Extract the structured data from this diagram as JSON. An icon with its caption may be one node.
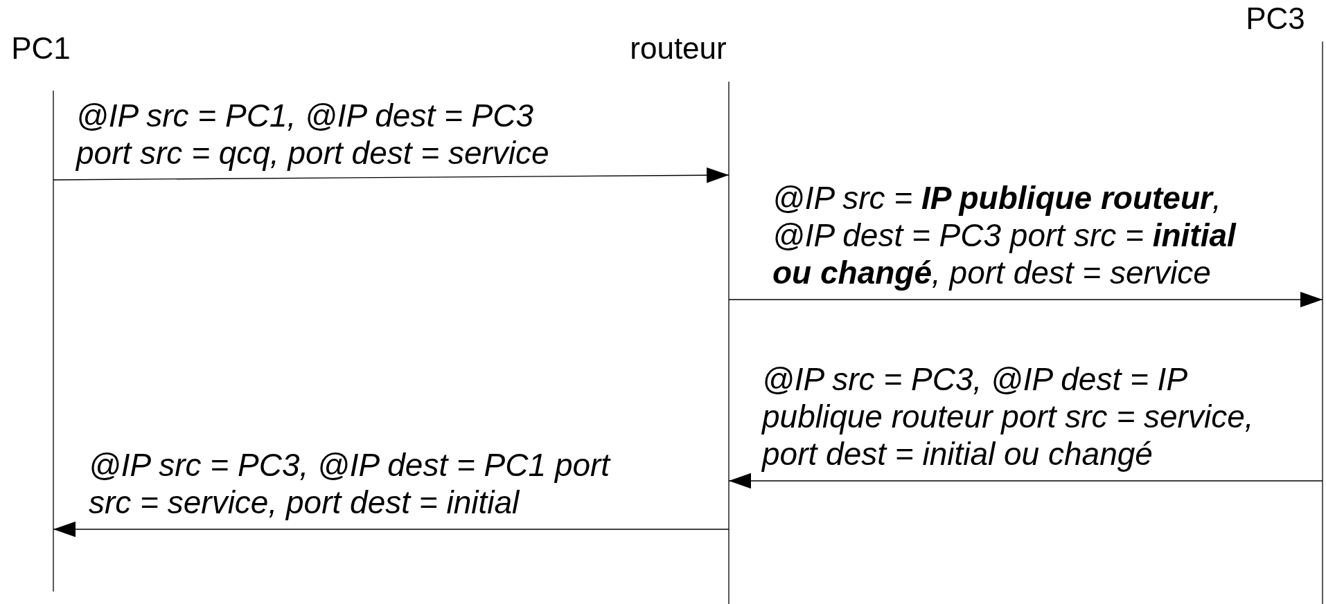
{
  "diagram": {
    "nodes": [
      {
        "text": [
          "PC1"
        ]
      },
      {
        "text": [
          "routeur"
        ]
      },
      {
        "text": [
          "PC3"
        ]
      }
    ],
    "edges": [
      {
        "from": 0,
        "to": 1,
        "arrow": "to",
        "label": "@IP src = PC1, @IP dest = PC3 port src = qcq, port dest = service"
      },
      {
        "from": 1,
        "to": 2,
        "arrow": "to",
        "label": "@IP src = **IP publique routeur**, @IP dest = PC3 port src = **initial ou changé**, port dest = service"
      },
      {
        "from": 2,
        "to": 1,
        "arrow": "to",
        "label": "@IP src = PC3, @IP dest = IP publique routeur port src = service, port dest = initial ou changé"
      },
      {
        "from": 1,
        "to": 0,
        "arrow": "to",
        "label": "@IP src = PC3, @IP dest = PC1 port src = service, port dest = initial"
      }
    ]
  }
}
